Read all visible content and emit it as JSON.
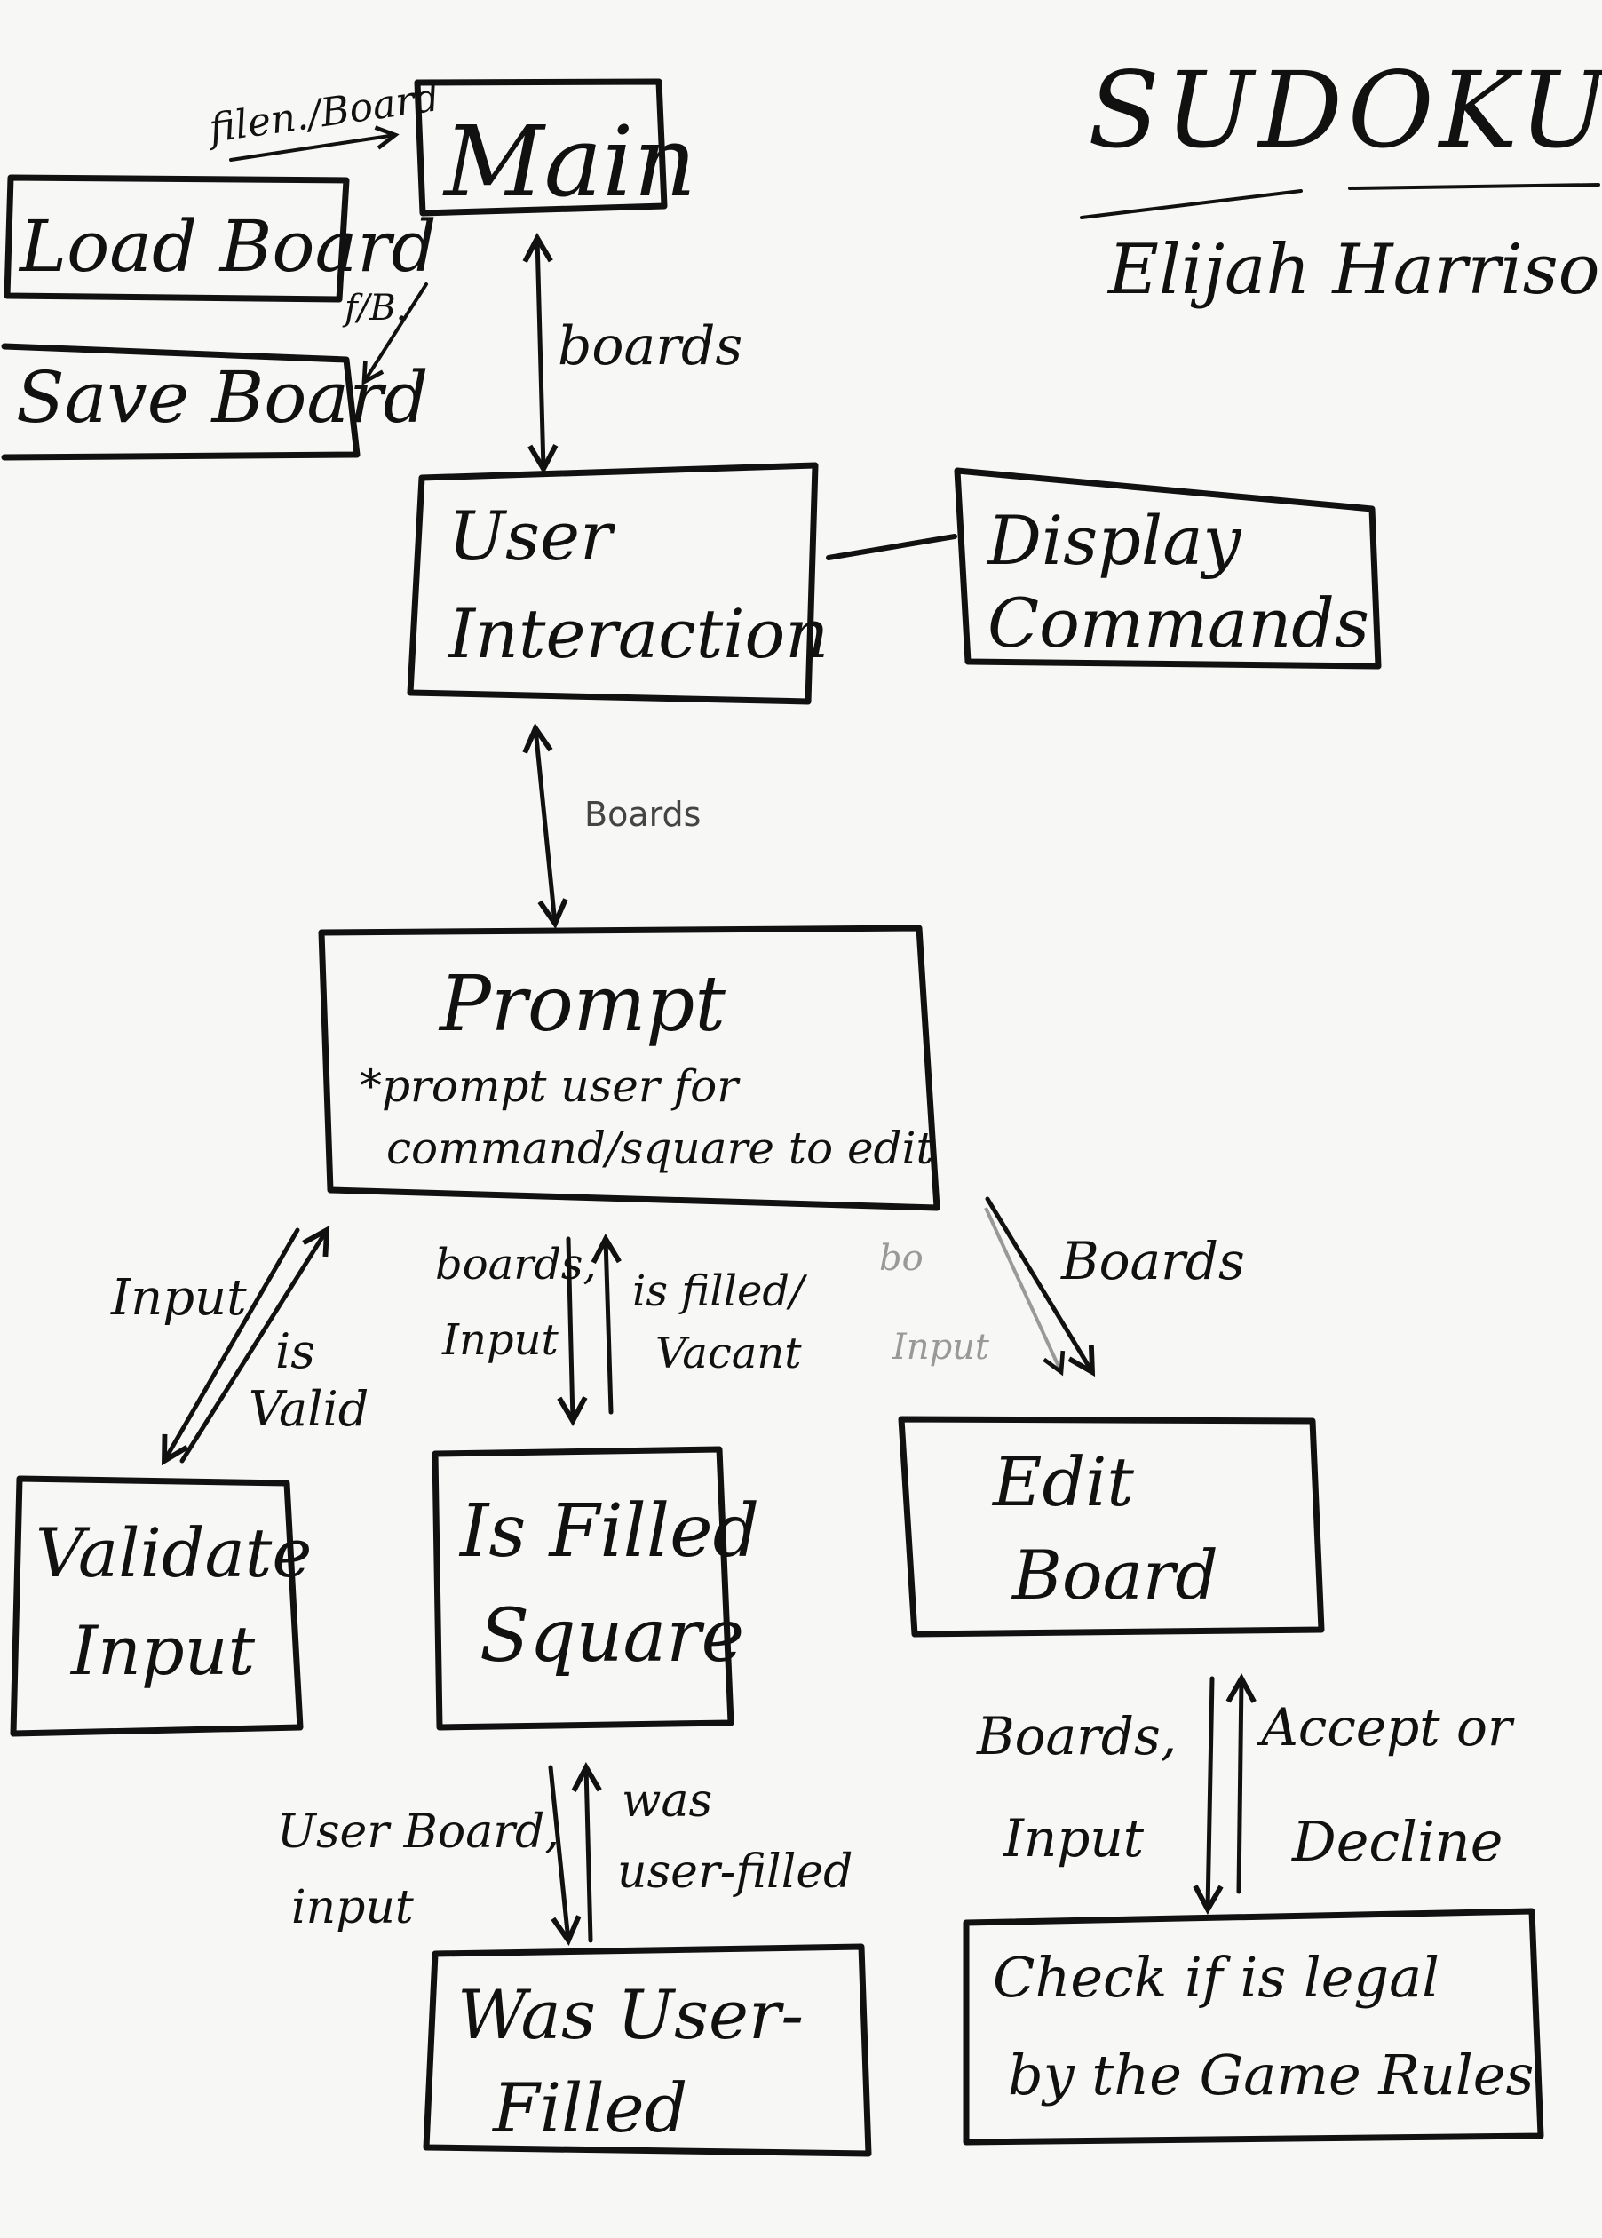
{
  "title": "SUDOKU",
  "author": "Elijah Harrison",
  "boxes": {
    "main": "Main",
    "load_board": "Load Board",
    "save_board": "Save Board",
    "user_interaction": [
      "User",
      "Interaction"
    ],
    "display_commands": [
      "Display",
      "Commands"
    ],
    "prompt": {
      "title": "Prompt",
      "note": [
        "*prompt user for",
        "command/square to edit"
      ]
    },
    "validate_input": [
      "Validate",
      "Input"
    ],
    "is_filled_square": [
      "Is Filled",
      "Square"
    ],
    "edit_board": [
      "Edit",
      "Board"
    ],
    "was_user_filled": [
      "Was User-",
      "Filled"
    ],
    "check_legal": [
      "Check if is legal",
      "by the Game Rules"
    ]
  },
  "edges": {
    "load_to_main": "filen./Board",
    "main_to_save": "f/B.",
    "main_user": "boards",
    "user_prompt": "Boards",
    "prompt_validate_down": "Input",
    "prompt_validate_up": [
      "is",
      "Valid"
    ],
    "prompt_filled_down": [
      "boards,",
      "Input"
    ],
    "prompt_filled_up": [
      "is filled/",
      "Vacant"
    ],
    "prompt_edit_down": [
      "bo",
      "Input"
    ],
    "prompt_edit_up": "Boards",
    "filled_user_down": [
      "User Board,",
      "input"
    ],
    "filled_user_up": [
      "was",
      "user-filled"
    ],
    "edit_check_down": [
      "Boards,",
      "Input"
    ],
    "edit_check_up": [
      "Accept or",
      "Decline"
    ]
  }
}
